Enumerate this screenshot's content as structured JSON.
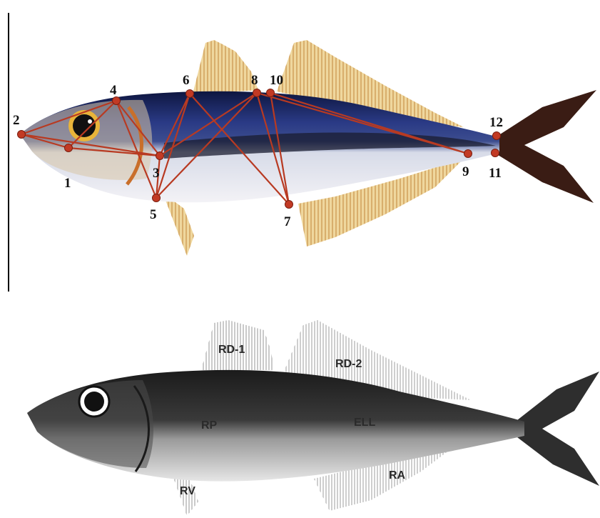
{
  "colored_panel": {
    "landmarks": [
      {
        "id": "1",
        "label": "1"
      },
      {
        "id": "2",
        "label": "2"
      },
      {
        "id": "3",
        "label": "3"
      },
      {
        "id": "4",
        "label": "4"
      },
      {
        "id": "5",
        "label": "5"
      },
      {
        "id": "6",
        "label": "6"
      },
      {
        "id": "7",
        "label": "7"
      },
      {
        "id": "8",
        "label": "8"
      },
      {
        "id": "9",
        "label": "9"
      },
      {
        "id": "10",
        "label": "10"
      },
      {
        "id": "11",
        "label": "11"
      },
      {
        "id": "12",
        "label": "12"
      }
    ],
    "connections": [
      [
        "2",
        "4"
      ],
      [
        "2",
        "1"
      ],
      [
        "2",
        "3"
      ],
      [
        "1",
        "4"
      ],
      [
        "1",
        "3"
      ],
      [
        "4",
        "3"
      ],
      [
        "4",
        "5"
      ],
      [
        "3",
        "5"
      ],
      [
        "3",
        "6"
      ],
      [
        "6",
        "5"
      ],
      [
        "6",
        "7"
      ],
      [
        "5",
        "8"
      ],
      [
        "8",
        "7"
      ],
      [
        "10",
        "7"
      ],
      [
        "8",
        "9"
      ],
      [
        "10",
        "9"
      ],
      [
        "3",
        "8"
      ]
    ],
    "colors": {
      "landmark": "#c23a24",
      "connection": "#b83a22",
      "back": "#1b2560",
      "belly": "#eef0f6",
      "fin": "#e6c17a",
      "tail": "#3a1c14"
    }
  },
  "sketch_panel": {
    "fin_labels": {
      "rd1": "RD-1",
      "rd2": "RD-2",
      "rp": "RP",
      "ell": "ELL",
      "rv": "RV",
      "ra": "RA"
    }
  }
}
